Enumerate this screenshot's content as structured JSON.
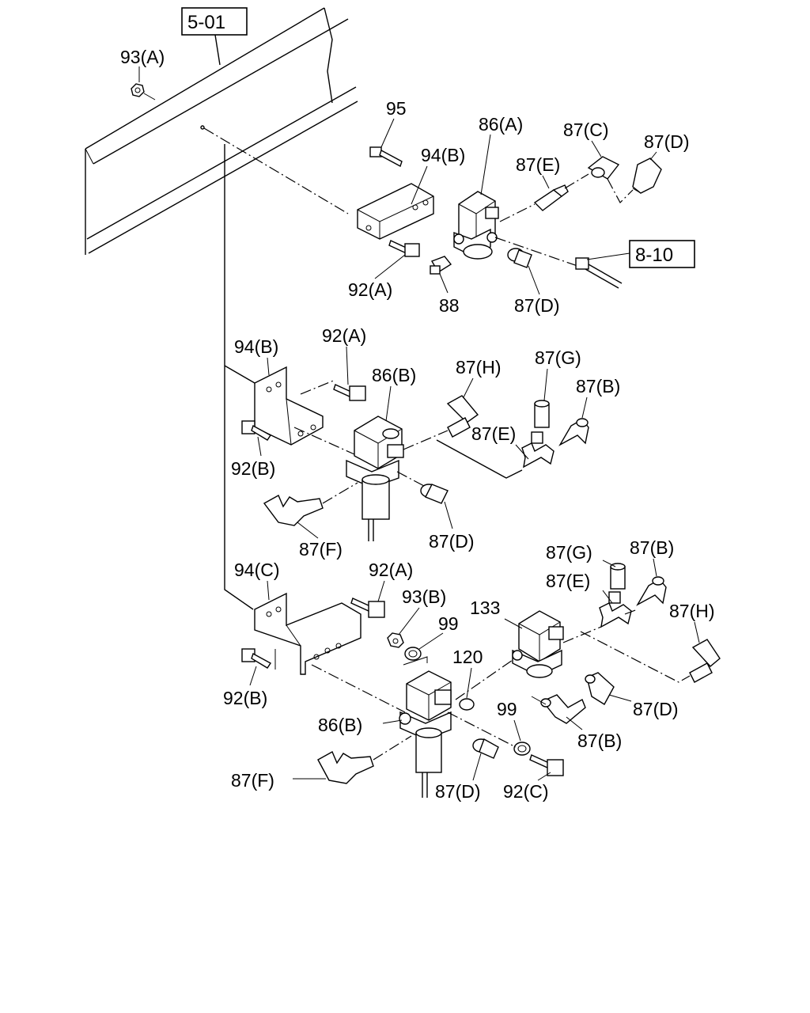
{
  "refs": {
    "r501": "5-01",
    "r810": "8-10"
  },
  "labels": {
    "l93a": "93(A)",
    "l95": "95",
    "l86a": "86(A)",
    "l87c": "87(C)",
    "l87d_top": "87(D)",
    "l94b_top": "94(B)",
    "l87e_top": "87(E)",
    "l92a_top": "92(A)",
    "l88": "88",
    "l87d_top2": "87(D)",
    "l94b_mid": "94(B)",
    "l92a_mid": "92(A)",
    "l86b_mid": "86(B)",
    "l87h_mid": "87(H)",
    "l87g_mid": "87(G)",
    "l87b_mid": "87(B)",
    "l87e_mid": "87(E)",
    "l92b_mid": "92(B)",
    "l87f_mid": "87(F)",
    "l87d_mid": "87(D)",
    "l94c": "94(C)",
    "l92a_low": "92(A)",
    "l93b": "93(B)",
    "l99_a": "99",
    "l133": "133",
    "l87g_low": "87(G)",
    "l87b_low": "87(B)",
    "l87e_low": "87(E)",
    "l87h_low": "87(H)",
    "l120": "120",
    "l92b_low": "92(B)",
    "l86b_low": "86(B)",
    "l99_b": "99",
    "l87d_low": "87(D)",
    "l87b_low2": "87(B)",
    "l87f_low": "87(F)",
    "l87d_low2": "87(D)",
    "l92c": "92(C)"
  }
}
